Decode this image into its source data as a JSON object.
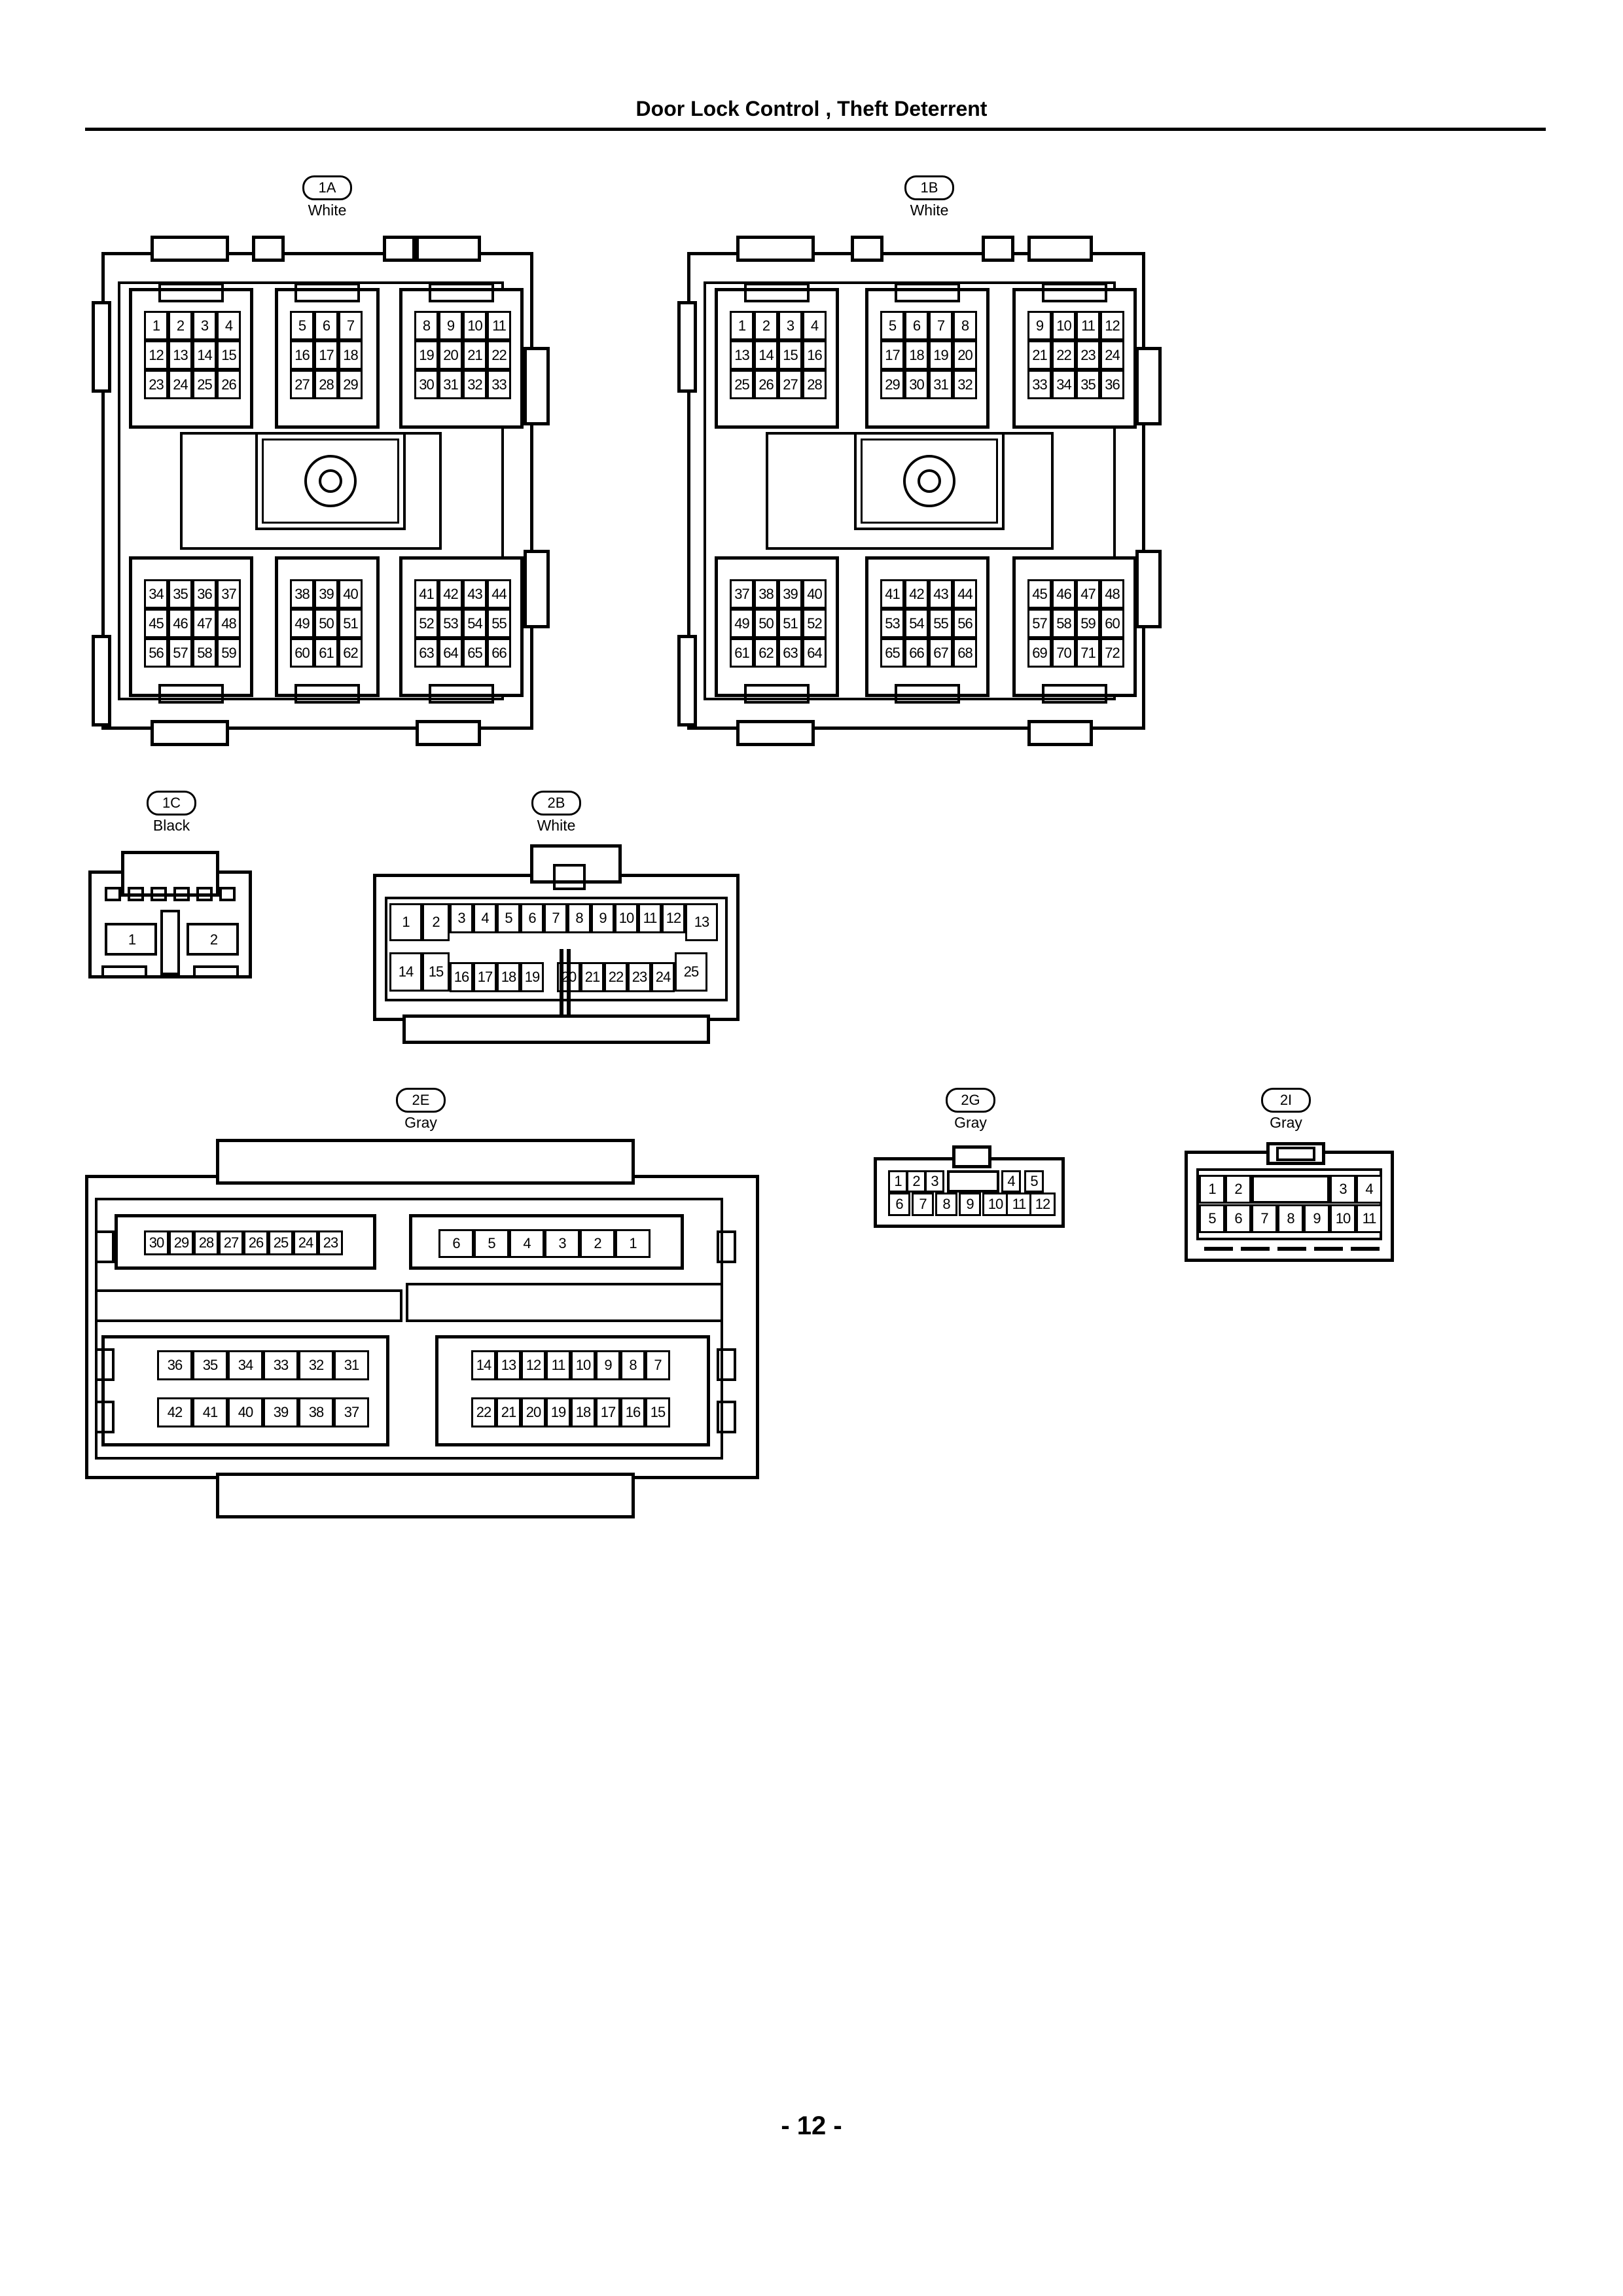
{
  "header": {
    "title": "Door Lock Control , Theft Deterrent"
  },
  "footer": {
    "page": "- 12 -"
  },
  "connectors": {
    "c1A": {
      "code": "1A",
      "color": "White",
      "top": [
        [
          [
            "1",
            "2",
            "3",
            "4"
          ],
          [
            "12",
            "13",
            "14",
            "15"
          ],
          [
            "23",
            "24",
            "25",
            "26"
          ]
        ],
        [
          [
            "5",
            "6",
            "7"
          ],
          [
            "16",
            "17",
            "18"
          ],
          [
            "27",
            "28",
            "29"
          ]
        ],
        [
          [
            "8",
            "9",
            "10",
            "11"
          ],
          [
            "19",
            "20",
            "21",
            "22"
          ],
          [
            "30",
            "31",
            "32",
            "33"
          ]
        ]
      ],
      "bottom": [
        [
          [
            "34",
            "35",
            "36",
            "37"
          ],
          [
            "45",
            "46",
            "47",
            "48"
          ],
          [
            "56",
            "57",
            "58",
            "59"
          ]
        ],
        [
          [
            "38",
            "39",
            "40"
          ],
          [
            "49",
            "50",
            "51"
          ],
          [
            "60",
            "61",
            "62"
          ]
        ],
        [
          [
            "41",
            "42",
            "43",
            "44"
          ],
          [
            "52",
            "53",
            "54",
            "55"
          ],
          [
            "63",
            "64",
            "65",
            "66"
          ]
        ]
      ]
    },
    "c1B": {
      "code": "1B",
      "color": "White",
      "top": [
        [
          [
            "1",
            "2",
            "3",
            "4"
          ],
          [
            "13",
            "14",
            "15",
            "16"
          ],
          [
            "25",
            "26",
            "27",
            "28"
          ]
        ],
        [
          [
            "5",
            "6",
            "7",
            "8"
          ],
          [
            "17",
            "18",
            "19",
            "20"
          ],
          [
            "29",
            "30",
            "31",
            "32"
          ]
        ],
        [
          [
            "9",
            "10",
            "11",
            "12"
          ],
          [
            "21",
            "22",
            "23",
            "24"
          ],
          [
            "33",
            "34",
            "35",
            "36"
          ]
        ]
      ],
      "bottom": [
        [
          [
            "37",
            "38",
            "39",
            "40"
          ],
          [
            "49",
            "50",
            "51",
            "52"
          ],
          [
            "61",
            "62",
            "63",
            "64"
          ]
        ],
        [
          [
            "41",
            "42",
            "43",
            "44"
          ],
          [
            "53",
            "54",
            "55",
            "56"
          ],
          [
            "65",
            "66",
            "67",
            "68"
          ]
        ],
        [
          [
            "45",
            "46",
            "47",
            "48"
          ],
          [
            "57",
            "58",
            "59",
            "60"
          ],
          [
            "69",
            "70",
            "71",
            "72"
          ]
        ]
      ]
    },
    "c1C": {
      "code": "1C",
      "color": "Black",
      "pins": [
        "1",
        "2"
      ]
    },
    "c2B": {
      "code": "2B",
      "color": "White",
      "top": [
        "1",
        "2",
        "3",
        "4",
        "5",
        "6",
        "7",
        "8",
        "9",
        "10",
        "11",
        "12",
        "13"
      ],
      "bottom": [
        "14",
        "15",
        "16",
        "17",
        "18",
        "19",
        "20",
        "21",
        "22",
        "23",
        "24",
        "25"
      ]
    },
    "c2E": {
      "code": "2E",
      "color": "Gray",
      "row1a": [
        "30",
        "29",
        "28",
        "27",
        "26",
        "25",
        "24",
        "23"
      ],
      "row1b": [
        "6",
        "5",
        "4",
        "3",
        "2",
        "1"
      ],
      "row2a": [
        "36",
        "35",
        "34",
        "33",
        "32",
        "31"
      ],
      "row2b": [
        "14",
        "13",
        "12",
        "11",
        "10",
        "9",
        "8",
        "7"
      ],
      "row3a": [
        "42",
        "41",
        "40",
        "39",
        "38",
        "37"
      ],
      "row3b": [
        "22",
        "21",
        "20",
        "19",
        "18",
        "17",
        "16",
        "15"
      ]
    },
    "c2G": {
      "code": "2G",
      "color": "Gray",
      "top": [
        "1",
        "2",
        "3",
        "4",
        "5"
      ],
      "bottom": [
        "6",
        "7",
        "8",
        "9",
        "10",
        "11",
        "12"
      ]
    },
    "c2I": {
      "code": "2I",
      "color": "Gray",
      "top": [
        "1",
        "2",
        "3",
        "4"
      ],
      "bottom": [
        "5",
        "6",
        "7",
        "8",
        "9",
        "10",
        "11"
      ]
    }
  }
}
